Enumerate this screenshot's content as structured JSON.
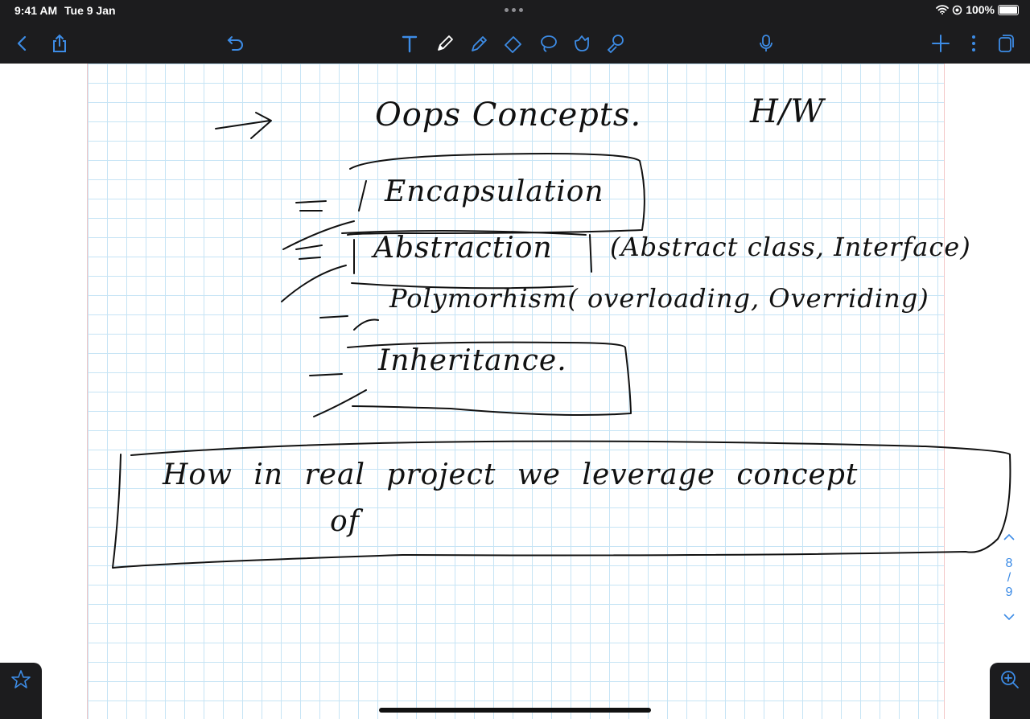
{
  "status_bar": {
    "time": "9:41 AM",
    "date": "Tue 9 Jan",
    "battery": "100%"
  },
  "toolbar": {
    "back": "chevron-left-icon",
    "share": "share-icon",
    "undo": "undo-icon",
    "tools": [
      "text-tool-icon",
      "pen-icon",
      "highlighter-icon",
      "eraser-icon",
      "lasso-icon",
      "shapes-icon",
      "laser-icon"
    ],
    "mic": "microphone-icon",
    "add": "plus-icon",
    "more": "more-vertical-icon",
    "pages": "pages-icon",
    "accent_color": "#3d8ce6"
  },
  "note": {
    "title": "Oops Concepts.",
    "tag": "H/W",
    "items": [
      "Encapsulation",
      "Abstraction",
      "(Abstract class, Interface)",
      "Polymorhism( overloading, Overriding)",
      "Inheritance."
    ],
    "question_line1": "How in real project we leverage concept",
    "question_line2": "of"
  },
  "page_indicator": {
    "current": "8",
    "separator": "/",
    "total": "9"
  }
}
